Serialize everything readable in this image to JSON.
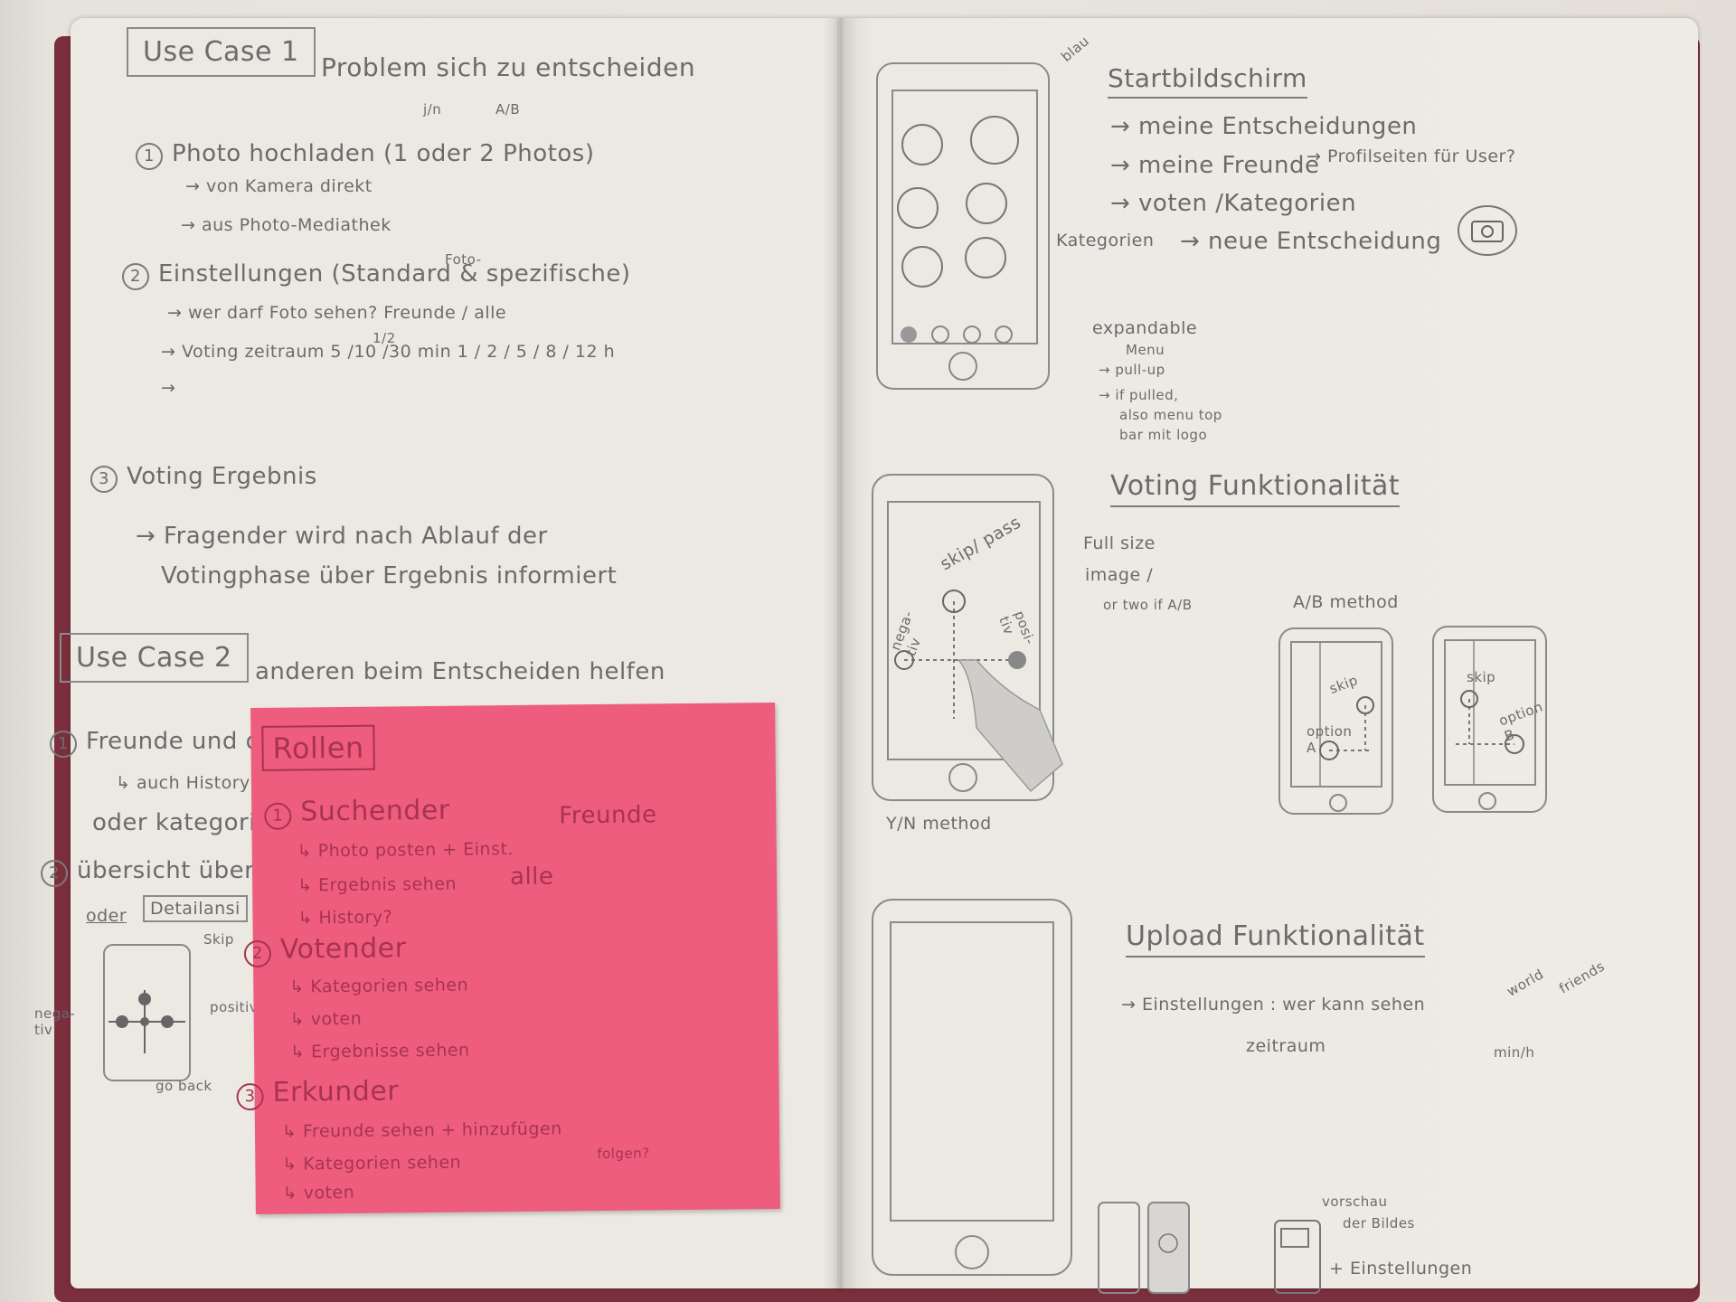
{
  "left_page": {
    "use_case_1": {
      "label": "Use Case 1",
      "title": "Problem sich zu entscheiden",
      "annot_jn": "j/n",
      "annot_ab": "A/B",
      "step1": "Photo hochladen (1 oder 2 Photos)",
      "step1_a": "→ von Kamera direkt",
      "step1_b": "→ aus Photo-Mediathek",
      "step2": "Einstellungen (Standard & spezifische)",
      "step2_annot": "Foto-",
      "step2_a": "→ wer darf Foto sehen? Freunde / alle",
      "step2_b": "→ Voting zeitraum 5 /10 /30 min  1 / 2 / 5 / 8 / 12 h",
      "step2_b_annot": "1/2",
      "step2_c": "→",
      "step3": "Voting Ergebnis",
      "step3_a": "→ Fragender wird nach Ablauf der",
      "step3_b": "Votingphase über Ergebnis informiert"
    },
    "use_case_2": {
      "label": "Use Case 2",
      "title": "anderen beim Entscheiden helfen",
      "step1": "Freunde und d",
      "step1_a": "↳ auch History",
      "step1_b": "oder kategorie",
      "step2": "übersicht über",
      "step2_a": "oder",
      "step2_b": "Detailansi",
      "sketch_skip": "Skip",
      "sketch_negativ": "nega-tiv",
      "sketch_positiv": "positiv",
      "sketch_goback": "go back"
    },
    "sticky_note": {
      "title": "Rollen",
      "role1": "Suchender",
      "role1_side": "Freunde",
      "role1_side2": "alle",
      "role1_a": "↳ Photo posten + Einst.",
      "role1_b": "↳ Ergebnis sehen",
      "role1_c": "↳ History?",
      "role2": "Votender",
      "role2_a": "↳ Kategorien sehen",
      "role2_b": "↳ voten",
      "role2_c": "↳ Ergebnisse sehen",
      "role3": "Erkunder",
      "role3_a": "↳ Freunde sehen + hinzufügen",
      "role3_b": "↳ Kategorien sehen",
      "role3_b_annot": "folgen?",
      "role3_c": "↳ voten"
    }
  },
  "right_page": {
    "startbildschirm": {
      "title": "Startbildschirm",
      "item1": "→ meine Entscheidungen",
      "item2": "→ meine Freunde",
      "item2_annot": "→ Profilseiten für User?",
      "item3": "→ voten /Kategorien",
      "kategorien": "Kategorien",
      "neue": "→ neue Entscheidung",
      "blau": "blau",
      "menu_a": "expandable",
      "menu_b": "Menu",
      "menu_c": "→ pull-up",
      "menu_d": "→ if pulled,",
      "menu_e": "also menu top",
      "menu_f": "bar mit logo"
    },
    "voting": {
      "title": "Voting Funktionalität",
      "full_a": "Full size",
      "full_b": "image /",
      "full_c": "or two if A/B",
      "skip": "skip/ pass",
      "nega": "nega-tiv",
      "posi": "posi-tiv",
      "yn": "Y/N method",
      "ab": "A/B method",
      "ab_skip": "skip",
      "ab_option_a": "option A",
      "ab_option_b": "option B"
    },
    "upload": {
      "title": "Upload Funktionalität",
      "line1": "→ Einstellungen : wer kann sehen",
      "world": "world",
      "friends": "friends",
      "line2": "zeitraum",
      "minh": "min/h",
      "vorschau_a": "vorschau",
      "vorschau_b": "der Bildes",
      "einst": "+ Einstellungen"
    }
  }
}
